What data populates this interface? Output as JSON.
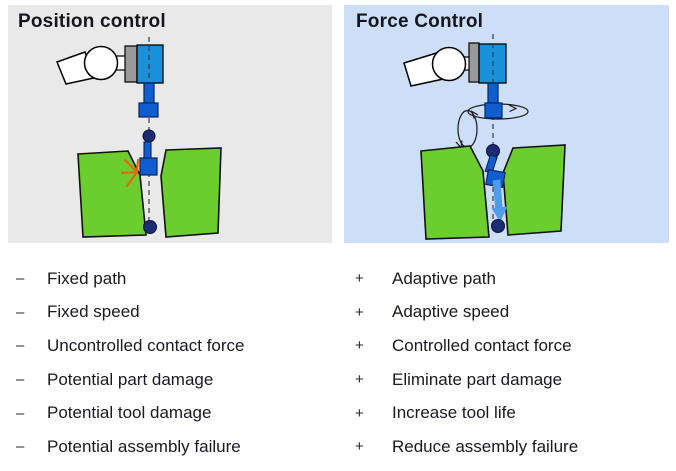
{
  "left_panel": {
    "title": "Position control",
    "bg_color": "#e9e9e9",
    "bullet": "–",
    "illustration": "robot-peg-insertion-with-collision",
    "items": [
      "Fixed path",
      "Fixed speed",
      "Uncontrolled contact force",
      "Potential part damage",
      "Potential tool damage",
      "Potential assembly failure"
    ]
  },
  "right_panel": {
    "title": "Force Control",
    "bg_color": "#cddef8",
    "bullet": "+",
    "illustration": "robot-peg-insertion-compliant",
    "items": [
      "Adaptive path",
      "Adaptive speed",
      "Controlled contact force",
      "Eliminate part damage",
      "Increase tool life",
      "Reduce assembly failure"
    ]
  },
  "colors": {
    "workpiece_green": "#6ccd2e",
    "gripper_cyan": "#1a90d8",
    "tool_blue": "#0e5ed0",
    "marker_navy": "#1b2c74",
    "flange_gray": "#9a9a9a",
    "collision_orange": "#e2680c",
    "force_arrow_blue": "#4f9de8",
    "text": "#191922"
  }
}
